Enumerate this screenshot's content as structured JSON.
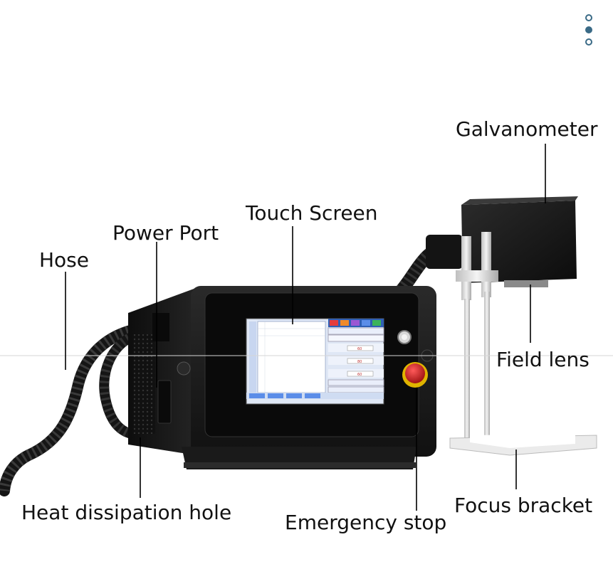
{
  "labels": {
    "galvanometer": "Galvanometer",
    "touch_screen": "Touch Screen",
    "power_port": "Power Port",
    "hose": "Hose",
    "field_lens": "Field lens",
    "heat_dissipation_hole": "Heat dissipation hole",
    "emergency_stop": "Emergency stop",
    "focus_bracket": "Focus bracket"
  },
  "carousel": {
    "count": 3,
    "active_index": 1
  },
  "screen": {
    "values": [
      "60",
      "80",
      "60"
    ]
  },
  "colors": {
    "device_body": "#1a1a1a",
    "screen_accent": "#2f5fb5",
    "estop_red": "#c81e1e",
    "bracket": "#e6e6e6",
    "carousel_dot": "#3a6a86"
  }
}
